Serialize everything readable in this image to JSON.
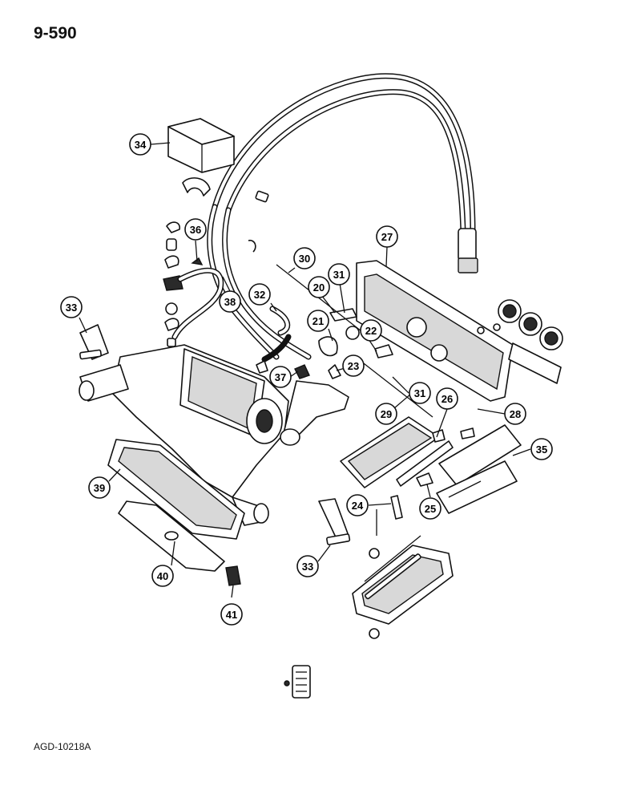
{
  "page_number": "9-590",
  "reference_code": "AGD-10218A",
  "callouts": [
    {
      "id": "c34",
      "label": "34"
    },
    {
      "id": "c36",
      "label": "36"
    },
    {
      "id": "c27",
      "label": "27"
    },
    {
      "id": "c30",
      "label": "30"
    },
    {
      "id": "c31a",
      "label": "31"
    },
    {
      "id": "c20",
      "label": "20"
    },
    {
      "id": "c32",
      "label": "32"
    },
    {
      "id": "c38",
      "label": "38"
    },
    {
      "id": "c33a",
      "label": "33"
    },
    {
      "id": "c21",
      "label": "21"
    },
    {
      "id": "c22",
      "label": "22"
    },
    {
      "id": "c23",
      "label": "23"
    },
    {
      "id": "c37",
      "label": "37"
    },
    {
      "id": "c31b",
      "label": "31"
    },
    {
      "id": "c26",
      "label": "26"
    },
    {
      "id": "c28",
      "label": "28"
    },
    {
      "id": "c29",
      "label": "29"
    },
    {
      "id": "c35",
      "label": "35"
    },
    {
      "id": "c39",
      "label": "39"
    },
    {
      "id": "c24",
      "label": "24"
    },
    {
      "id": "c25",
      "label": "25"
    },
    {
      "id": "c40",
      "label": "40"
    },
    {
      "id": "c33b",
      "label": "33"
    },
    {
      "id": "c41",
      "label": "41"
    }
  ]
}
